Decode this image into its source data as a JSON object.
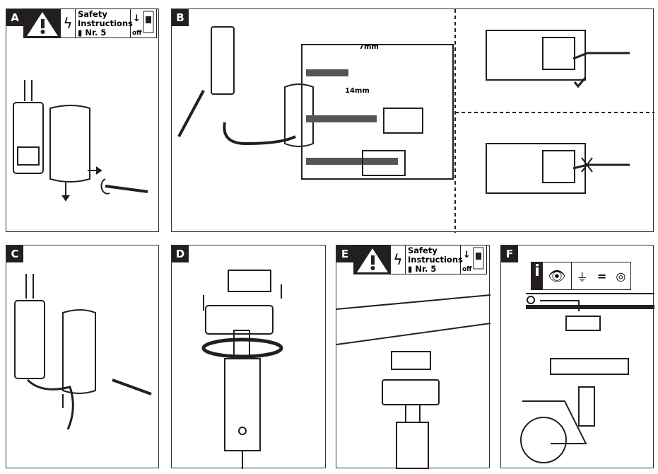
{
  "panels": {
    "a": {
      "label": "A",
      "safety": {
        "title_line1": "Safety",
        "title_line2": "Instructions",
        "ref": "Nr. 5",
        "off": "off"
      }
    },
    "b": {
      "label": "B",
      "strip_short": "7mm",
      "strip_long": "14mm"
    },
    "c": {
      "label": "C"
    },
    "d": {
      "label": "D"
    },
    "e": {
      "label": "E",
      "safety": {
        "title_line1": "Safety",
        "title_line2": "Instructions",
        "ref": "Nr. 5",
        "off": "off"
      }
    },
    "f": {
      "label": "F"
    }
  },
  "icons": [
    "warning-triangle-icon",
    "lightning-icon",
    "booklet-icon",
    "circuit-breaker-icon",
    "screwdriver-icon",
    "checkmark-icon",
    "cross-icon",
    "info-icon",
    "eye-icon",
    "ground-symbol-icon",
    "equals-icon",
    "target-circle-icon"
  ]
}
